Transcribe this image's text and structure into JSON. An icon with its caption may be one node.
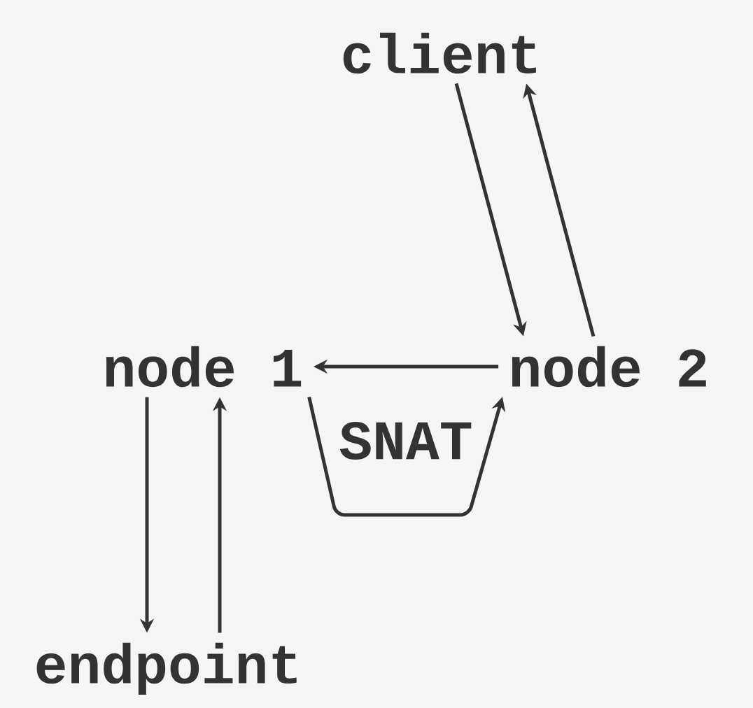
{
  "diagram": {
    "nodes": [
      {
        "text": [
          "client"
        ]
      },
      {
        "text": [
          "node 1"
        ]
      },
      {
        "text": [
          "node 2"
        ]
      },
      {
        "text": [
          "endpoint"
        ]
      }
    ],
    "edges": [
      {
        "from": 0,
        "to": 2,
        "arrow": "to"
      },
      {
        "from": 2,
        "to": 0,
        "arrow": "to"
      },
      {
        "from": 2,
        "to": 1,
        "arrow": "to",
        "label": "SNAT"
      },
      {
        "from": 1,
        "to": 2,
        "arrow": "to"
      },
      {
        "from": 1,
        "to": 3,
        "arrow": "to"
      },
      {
        "from": 3,
        "to": 1,
        "arrow": "to"
      }
    ]
  }
}
